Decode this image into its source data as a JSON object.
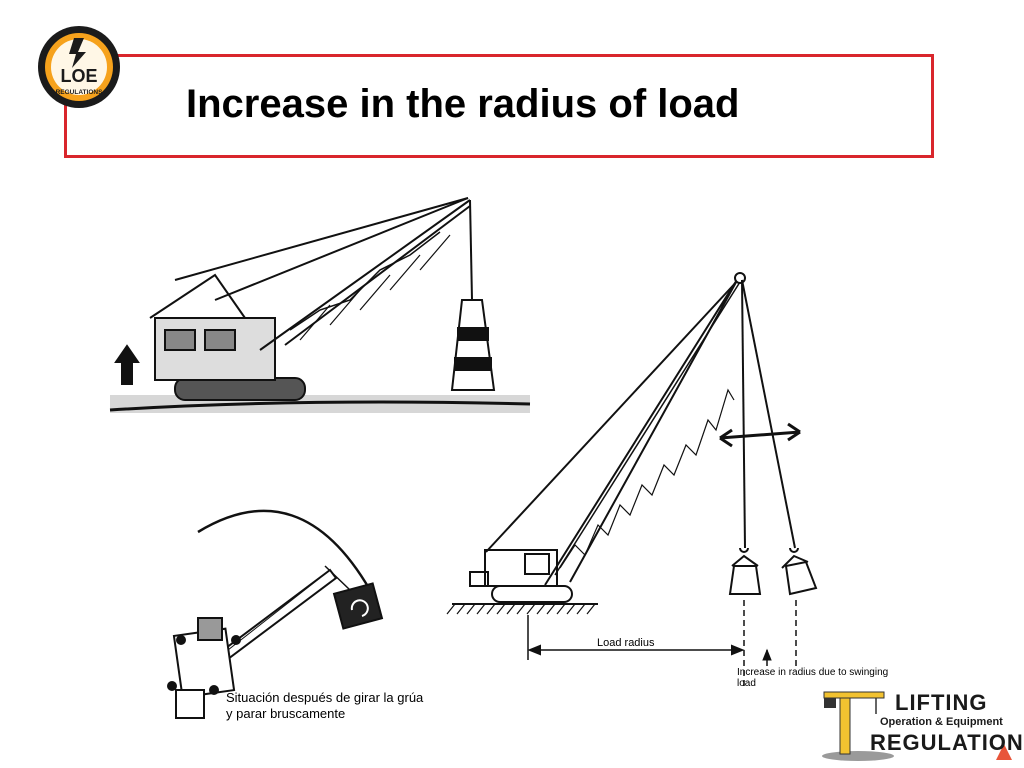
{
  "slide": {
    "title": "Increase in the radius of load",
    "logo_text": "LOE",
    "logo_subtext": "REGULATIONS"
  },
  "diagram": {
    "label_load_radius": "Load radius",
    "label_increase": "Increase in radius due to swinging load",
    "label_spanish": "Situación después de girar la grúa y parar bruscamente"
  },
  "brand": {
    "line1": "LIFTING",
    "line2": "Operation & Equipment",
    "line3": "REGULATIONS"
  },
  "colors": {
    "accent_red": "#d9262c",
    "logo_orange": "#f6a21c",
    "brand_yellow": "#f2c230"
  }
}
